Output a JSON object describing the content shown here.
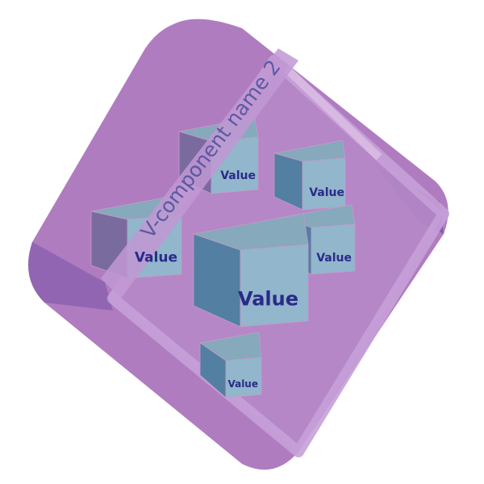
{
  "axis_label": "V-component name 2",
  "cubes": [
    {
      "label": "Value"
    },
    {
      "label": "Value"
    },
    {
      "label": "Value"
    },
    {
      "label": "Value"
    },
    {
      "label": "Value"
    },
    {
      "label": "Value"
    }
  ],
  "colors": {
    "box": "#b07cc0",
    "box_dark": "#8a5fae",
    "band": "#c198d4",
    "cube_top": "#86a9bc",
    "cube_left": "#527fa2",
    "cube_front": "#92b6cb",
    "cube_back_left": "#7a6b9e",
    "label": "#2a2a8a"
  }
}
